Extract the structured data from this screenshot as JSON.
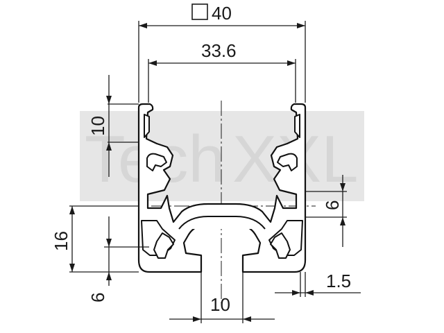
{
  "drawing": {
    "dimensions": {
      "width_outer": "40",
      "width_inner": "33.6",
      "flange_height": "10",
      "lower_height": "16",
      "groove_offset": "6",
      "bottom_offset": "6",
      "wall": "1.5",
      "slot_width": "10"
    },
    "square_symbol": "square-symbol-icon",
    "watermark": {
      "text": "Tech XXL",
      "color": "#e6e6e6"
    },
    "colors": {
      "line": "#1a1a1a",
      "background": "#ffffff"
    }
  }
}
